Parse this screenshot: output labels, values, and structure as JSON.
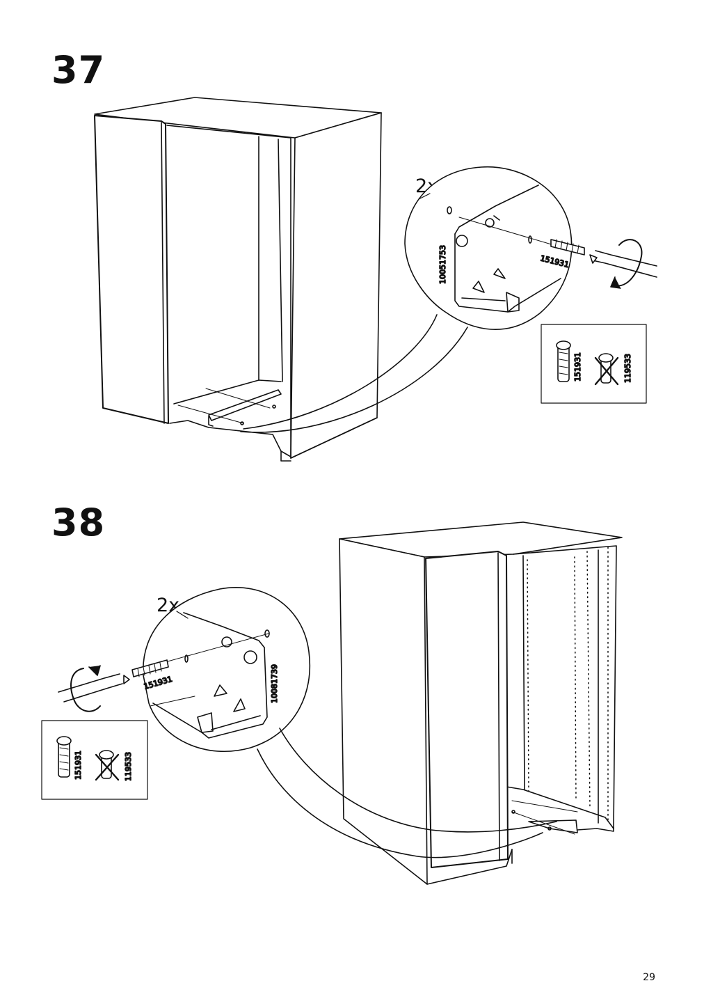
{
  "steps": [
    {
      "number": "37",
      "quantity": "2x",
      "bracket_part_id": "10051753",
      "screw_part_id": "151931",
      "legend": {
        "correct_part_id": "151931",
        "wrong_part_id": "119533"
      }
    },
    {
      "number": "38",
      "quantity": "2x",
      "bracket_part_id": "10081739",
      "screw_part_id": "151931",
      "legend": {
        "correct_part_id": "151931",
        "wrong_part_id": "119533"
      }
    }
  ],
  "page": {
    "number": "29"
  }
}
